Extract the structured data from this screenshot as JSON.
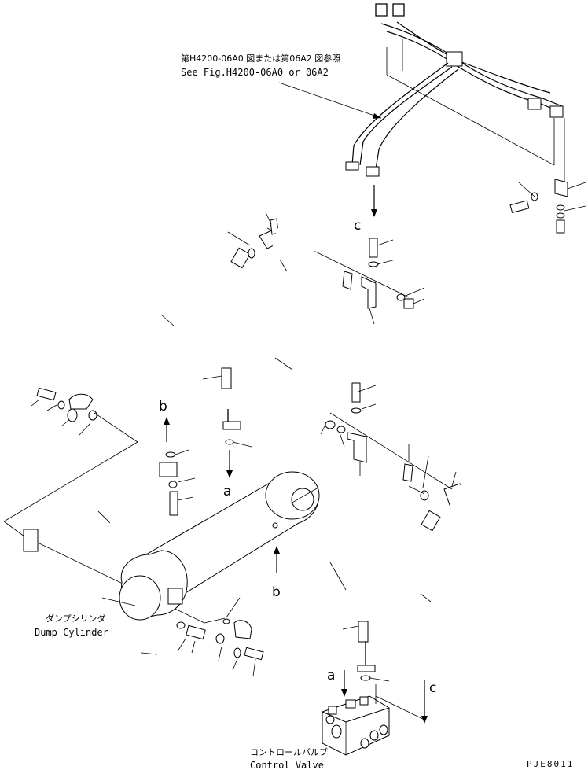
{
  "reference_note": {
    "jp": "第H4200-06A0 図または第06A2 図参照",
    "en": "See Fig.H4200-06A0 or 06A2"
  },
  "components": {
    "dump_cylinder": {
      "jp": "ダンプシリンダ",
      "en": "Dump Cylinder"
    },
    "control_valve": {
      "jp": "コントロールバルブ",
      "en": "Control Valve"
    }
  },
  "connection_markers": {
    "c_top": "c",
    "b_left": "b",
    "a_center": "a",
    "b_cylinder": "b",
    "a_valve": "a",
    "c_valve": "c"
  },
  "drawing_code": "PJE8011"
}
